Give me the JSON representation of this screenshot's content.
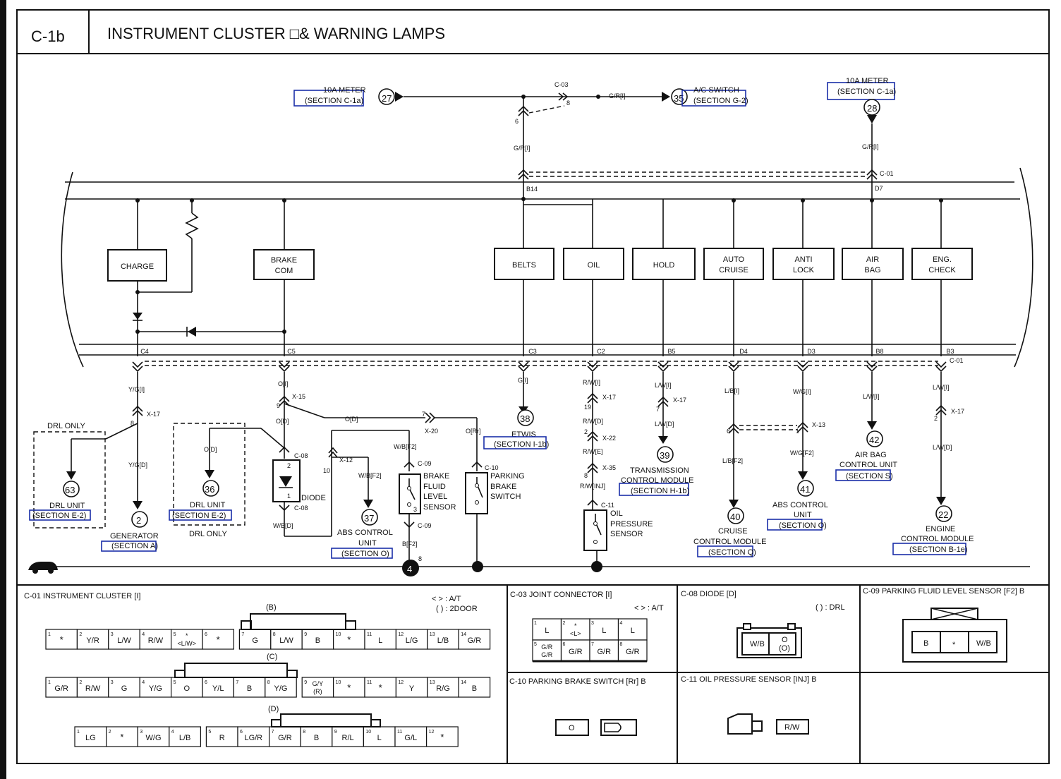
{
  "header": {
    "code": "C-1b",
    "title": "INSTRUMENT CLUSTER □& WARNING LAMPS"
  },
  "colors": {
    "line": "#111111",
    "section_box": "#1a2fa8",
    "background": "#ffffff"
  },
  "icons": [
    "diode-icon",
    "resistor-icon",
    "switch-icon",
    "ground-icon",
    "connector-icon",
    "car-body-icon"
  ],
  "top": {
    "meter_left": {
      "num": "27",
      "line1": "10A METER",
      "line2": "(SECTION C-1a)"
    },
    "ac_switch": {
      "num": "35",
      "line1": "A/C SWITCH",
      "line2": "(SECTION G-2)"
    },
    "meter_right": {
      "num": "28",
      "line1": "10A METER",
      "line2": "(SECTION C-1a)"
    },
    "c03": "C-03",
    "gr_i": "G/R[I]",
    "pin6": "6",
    "pin8": "8",
    "b14": "B14",
    "c01": "C-01",
    "d7": "D7"
  },
  "lamps": [
    {
      "l1": "CHARGE",
      "l2": ""
    },
    {
      "l1": "BRAKE",
      "l2": "COM"
    },
    {
      "l1": "BELTS",
      "l2": ""
    },
    {
      "l1": "OIL",
      "l2": ""
    },
    {
      "l1": "HOLD",
      "l2": ""
    },
    {
      "l1": "AUTO",
      "l2": "CRUISE"
    },
    {
      "l1": "ANTI",
      "l2": "LOCK"
    },
    {
      "l1": "AIR",
      "l2": "BAG"
    },
    {
      "l1": "ENG.",
      "l2": "CHECK"
    }
  ],
  "pins": [
    "C4",
    "C5",
    "C3",
    "C2",
    "B5",
    "D4",
    "D3",
    "B8",
    "B3"
  ],
  "wires": {
    "yg_i": "Y/G[I]",
    "yg_d": "Y/G[D]",
    "x17": "X-17",
    "o_i": "O[I]",
    "x15": "X-15",
    "o_d": "O[D]",
    "x20": "X-20",
    "o_rr": "O[Rr]",
    "x12": "X-12",
    "wb_f2": "W/B[F2]",
    "c08": "C-08",
    "c09": "C-09",
    "c10": "C-10",
    "c11": "C-11",
    "wb_d": "W/B[D]",
    "b_f2": "B[F2]",
    "g_i": "G[I]",
    "rw_i": "R/W[I]",
    "rw_d": "R/W[D]",
    "x22": "X-22",
    "rw_e": "R/W[E]",
    "x35": "X-35",
    "rw_inj": "R/W[INJ]",
    "lw_i": "L/W[I]",
    "lw_d": "L/W[D]",
    "lb_i": "L/B[I]",
    "lb_f2": "L/B[F2]",
    "wg_i": "W/G[I]",
    "wg_f2": "W/G[F2]",
    "x13": "X-13",
    "c01": "C-01",
    "n19": "19",
    "n2": "2",
    "n8": "8",
    "n7": "7",
    "n6": "6",
    "n1": "1",
    "n9": "9",
    "n10": "10",
    "n3": "3"
  },
  "components": {
    "drl_only": "DRL ONLY",
    "drl_unit": {
      "num": "63",
      "l1": "DRL UNIT",
      "l2": "(SECTION E-2)"
    },
    "generator": {
      "num": "2",
      "l1": "GENERATOR",
      "l2": "(SECTION A)"
    },
    "drl_unit2": {
      "num": "36",
      "l1": "DRL UNIT",
      "l2": "(SECTION E-2)"
    },
    "diode": "DIODE",
    "abs1": {
      "num": "37",
      "l1": "ABS CONTROL",
      "l2": "UNIT",
      "l3": "(SECTION O)"
    },
    "brake_fluid": {
      "l1": "BRAKE",
      "l2": "FLUID",
      "l3": "LEVEL",
      "l4": "SENSOR"
    },
    "parking": {
      "l1": "PARKING",
      "l2": "BRAKE",
      "l3": "SWITCH"
    },
    "etwis": {
      "num": "38",
      "l1": "ETWIS",
      "l2": "(SECTION I-1b)"
    },
    "oil_sensor": {
      "l1": "OIL",
      "l2": "PRESSURE",
      "l3": "SENSOR"
    },
    "tcm": {
      "num": "39",
      "l1": "TRANSMISSION",
      "l2": "CONTROL MODULE",
      "l3": "(SECTION H-1b)"
    },
    "cruise": {
      "num": "40",
      "l1": "CRUISE",
      "l2": "CONTROL MODULE",
      "l3": "(SECTION Q)"
    },
    "abs2": {
      "num": "41",
      "l1": "ABS CONTROL",
      "l2": "UNIT",
      "l3": "(SECTION O)"
    },
    "airbag": {
      "num": "42",
      "l1": "AIR BAG",
      "l2": "CONTROL UNIT",
      "l3": "(SECTION S)"
    },
    "ecm": {
      "num": "22",
      "l1": "ENGINE",
      "l2": "CONTROL MODULE",
      "l3": "(SECTION B-1e)"
    },
    "ground_num": "4",
    "ground_pin": "8"
  },
  "connectors": {
    "c01": {
      "title": "C-01 INSTRUMENT CLUSTER [I]",
      "legend1": "<  > : A/T",
      "legend2": "(   ) : 2DOOR",
      "rowB_label": "(B)",
      "rowC_label": "(C)",
      "rowD_label": "(D)",
      "rowB": [
        "*",
        "Y/R",
        "L/W",
        "R/W",
        "*\n<L/W>",
        "*",
        "G",
        "L/W",
        "B",
        "*",
        "L",
        "L/G",
        "L/B",
        "G/R"
      ],
      "rowC": [
        "G/R",
        "R/W",
        "G",
        "Y/G",
        "O",
        "Y/L",
        "B",
        "Y/G",
        "G/Y\n(R)",
        "*",
        "*",
        "Y",
        "R/G",
        "B"
      ],
      "rowD": [
        "LG",
        "*",
        "W/G",
        "L/B",
        "R",
        "LG/R",
        "G/R",
        "B",
        "R/L",
        "L",
        "G/L",
        "*"
      ]
    },
    "c03": {
      "title": "C-03 JOINT CONNECTOR [I]",
      "legend": "<  > : A/T",
      "cells": [
        "L",
        "*\n<L>",
        "L",
        "L",
        "G/R\nG/R",
        "G/R",
        "G/R",
        "G/R"
      ]
    },
    "c08": {
      "title": "C-08 DIODE [D]",
      "legend": "(   ) : DRL",
      "cells": [
        "W/B",
        "O\n(O)"
      ]
    },
    "c09": {
      "title": "C-09 PARKING FLUID LEVEL SENSOR [F2] B",
      "cells": [
        "B",
        "*",
        "W/B"
      ]
    },
    "c10": {
      "title": "C-10 PARKING BRAKE SWITCH [Rr] B",
      "cells": [
        "O"
      ]
    },
    "c11": {
      "title": "C-11 OIL PRESSURE SENSOR [INJ] B",
      "cells": [
        "R/W"
      ]
    }
  }
}
